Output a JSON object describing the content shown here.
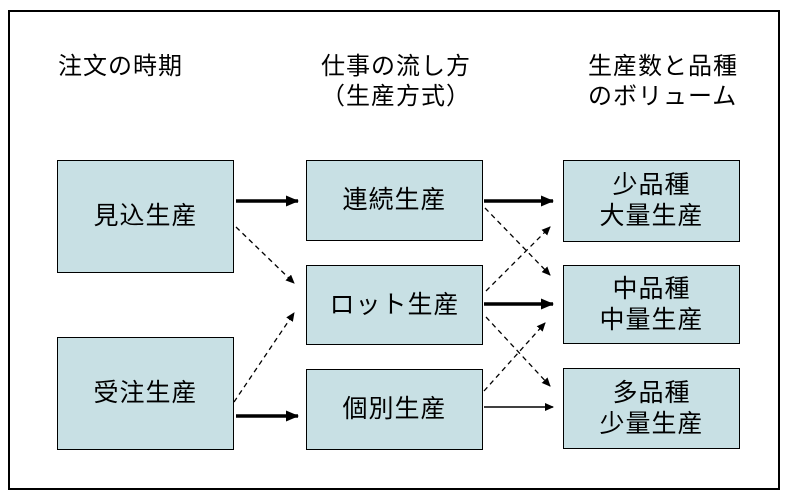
{
  "colors": {
    "background": "#ffffff",
    "frame_border": "#000000",
    "box_fill": "#c8e0e4",
    "box_border": "#000000",
    "text": "#000000",
    "arrow": "#000000"
  },
  "headers": {
    "order_timing": "注文の時期",
    "workflow": "仕事の流し方\n（生産方式）",
    "volume": "生産数と品種\nのボリューム"
  },
  "boxes": {
    "mikomi": "見込生産",
    "juchu": "受注生産",
    "renzoku": "連続生産",
    "lot": "ロット生産",
    "kobetsu": "個別生産",
    "shohinshu": "少品種\n大量生産",
    "chuhinshu": "中品種\n中量生産",
    "tahinshu": "多品種\n少量生産"
  },
  "connections": [
    {
      "from": "見込生産",
      "to": "連続生産",
      "style": "solid-thick",
      "points": [
        236,
        201,
        298,
        201
      ]
    },
    {
      "from": "見込生産",
      "to": "ロット生産",
      "style": "dashed",
      "points": [
        236,
        227,
        294,
        283
      ]
    },
    {
      "from": "受注生産",
      "to": "個別生産",
      "style": "solid-thick",
      "points": [
        236,
        416,
        298,
        416
      ]
    },
    {
      "from": "受注生産",
      "to": "ロット生産",
      "style": "dashed",
      "points": [
        234,
        402,
        294,
        313
      ]
    },
    {
      "from": "連続生産",
      "to": "少品種大量生産",
      "style": "solid-thick",
      "points": [
        484,
        201,
        553,
        201
      ]
    },
    {
      "from": "連続生産",
      "to": "中品種中量生産",
      "style": "dashed",
      "points": [
        485,
        208,
        550,
        275
      ]
    },
    {
      "from": "ロット生産",
      "to": "少品種大量生産",
      "style": "dashed",
      "points": [
        486,
        291,
        550,
        227
      ]
    },
    {
      "from": "ロット生産",
      "to": "中品種中量生産",
      "style": "solid-thick",
      "points": [
        484,
        304,
        553,
        304
      ]
    },
    {
      "from": "ロット生産",
      "to": "多品種少量生産",
      "style": "dashed",
      "points": [
        486,
        317,
        550,
        386
      ]
    },
    {
      "from": "個別生産",
      "to": "中品種中量生産",
      "style": "dashed",
      "points": [
        484,
        391,
        545,
        323
      ]
    },
    {
      "from": "個別生産",
      "to": "多品種少量生産",
      "style": "solid-thin",
      "points": [
        484,
        407,
        553,
        407
      ]
    }
  ]
}
